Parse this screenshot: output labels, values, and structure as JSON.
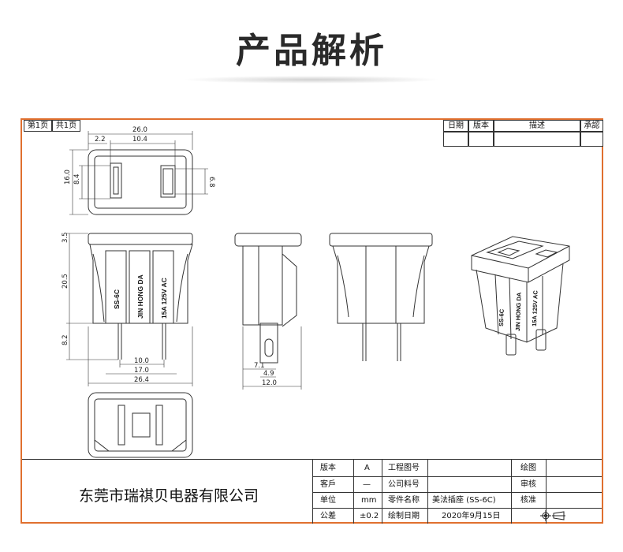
{
  "header": {
    "title": "产品解析"
  },
  "sheet": {
    "page_label": "第1页",
    "total_label": "共1页",
    "revision_headers": {
      "date": "日期",
      "version": "版本",
      "description": "描述",
      "approval": "承認"
    }
  },
  "dimensions": {
    "top_width": "26.0",
    "top_inner": "10.4",
    "top_left_offset": "2.2",
    "top_height": "16.0",
    "top_inner_height": "8.4",
    "slot_height": "6.8",
    "flange": "3.5",
    "body_height": "20.5",
    "pin_length": "8.2",
    "pin_pitch": "10.0",
    "clip_width": "17.0",
    "overall_width": "26.4",
    "side_a": "7.1",
    "side_b": "4.9",
    "side_depth": "12.0"
  },
  "body_markings": {
    "model": "SS-6C",
    "maker": "JIN HONG DA",
    "rating": "15A 125V AC"
  },
  "title_block": {
    "company": "东莞市瑞祺贝电器有限公司",
    "version_label": "版本",
    "version_value": "A",
    "customer_label": "客戶",
    "customer_value": "—",
    "unit_label": "单位",
    "unit_value": "mm",
    "tolerance_label": "公差",
    "tolerance_value": "±0.2",
    "drawing_no_label": "工程图号",
    "drawing_no_value": "",
    "part_no_label": "公司料号",
    "part_no_value": "",
    "part_name_label": "零件名称",
    "part_name_value": "美法插座 (SS-6C)",
    "date_label": "绘制日期",
    "date_value": "2020年9月15日",
    "drawn_label": "绘图",
    "check_label": "审核",
    "approve_label": "核准"
  },
  "colors": {
    "frame": "#e0702f",
    "line": "#333333"
  }
}
